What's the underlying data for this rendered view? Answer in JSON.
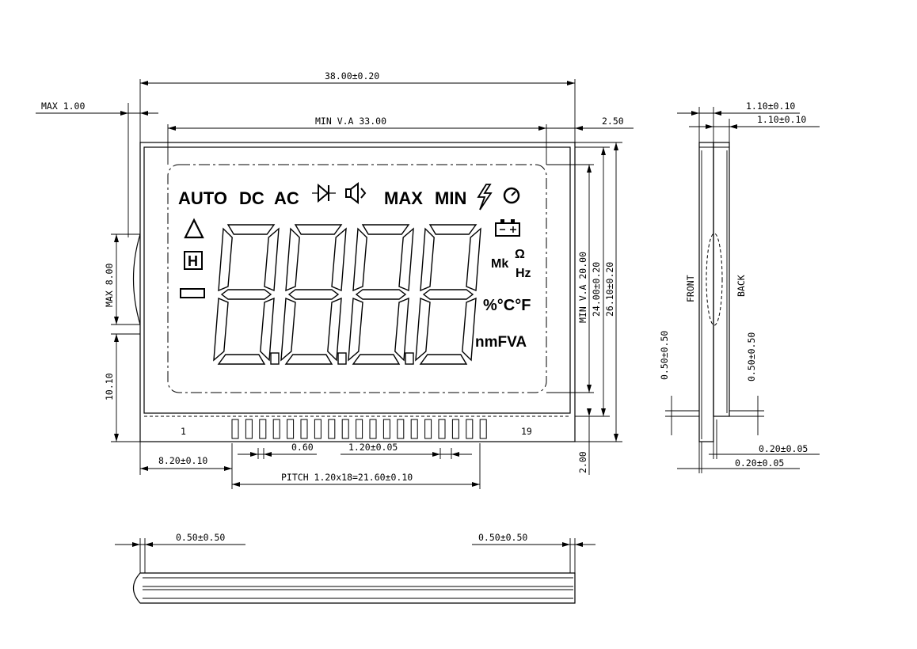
{
  "dimensions": {
    "overall_width": "38.00±0.20",
    "max_left": "MAX 1.00",
    "view_area_width": "MIN V.A 33.00",
    "right_offset": "2.50",
    "view_area_height": "MIN V.A 20.00",
    "glass_height": "24.00±0.20",
    "overall_height": "26.10±0.20",
    "max_tab": "MAX 8.00",
    "pin_row_height": "10.10",
    "pin_offset": "8.20±0.10",
    "pin_width": "0.60",
    "pin_spacing": "1.20±0.05",
    "pitch": "PITCH 1.20x18=21.60±0.10",
    "bottom_gap": "2.00",
    "side_top1": "1.10±0.10",
    "side_top2": "1.10±0.10",
    "side_left": "0.50±0.50",
    "side_right": "0.50±0.50",
    "side_bot1": "0.20±0.05",
    "side_bot2": "0.20±0.05",
    "bottom_left": "0.50±0.50",
    "bottom_right": "0.50±0.50"
  },
  "pins": {
    "first": "1",
    "last": "19"
  },
  "side_labels": {
    "front": "FRONT",
    "back": "BACK"
  },
  "indicators": {
    "auto": "AUTO",
    "dc": "DC",
    "ac": "AC",
    "max": "MAX",
    "min": "MIN",
    "hold": "H",
    "mk": "Mk",
    "ohm": "Ω",
    "hz": "Hz",
    "pct_deg": "%°C°F",
    "units": "nmFVA"
  },
  "icons": [
    "diode-icon",
    "speaker-icon",
    "lightning-icon",
    "timer-icon",
    "battery-icon",
    "warning-triangle-icon"
  ]
}
